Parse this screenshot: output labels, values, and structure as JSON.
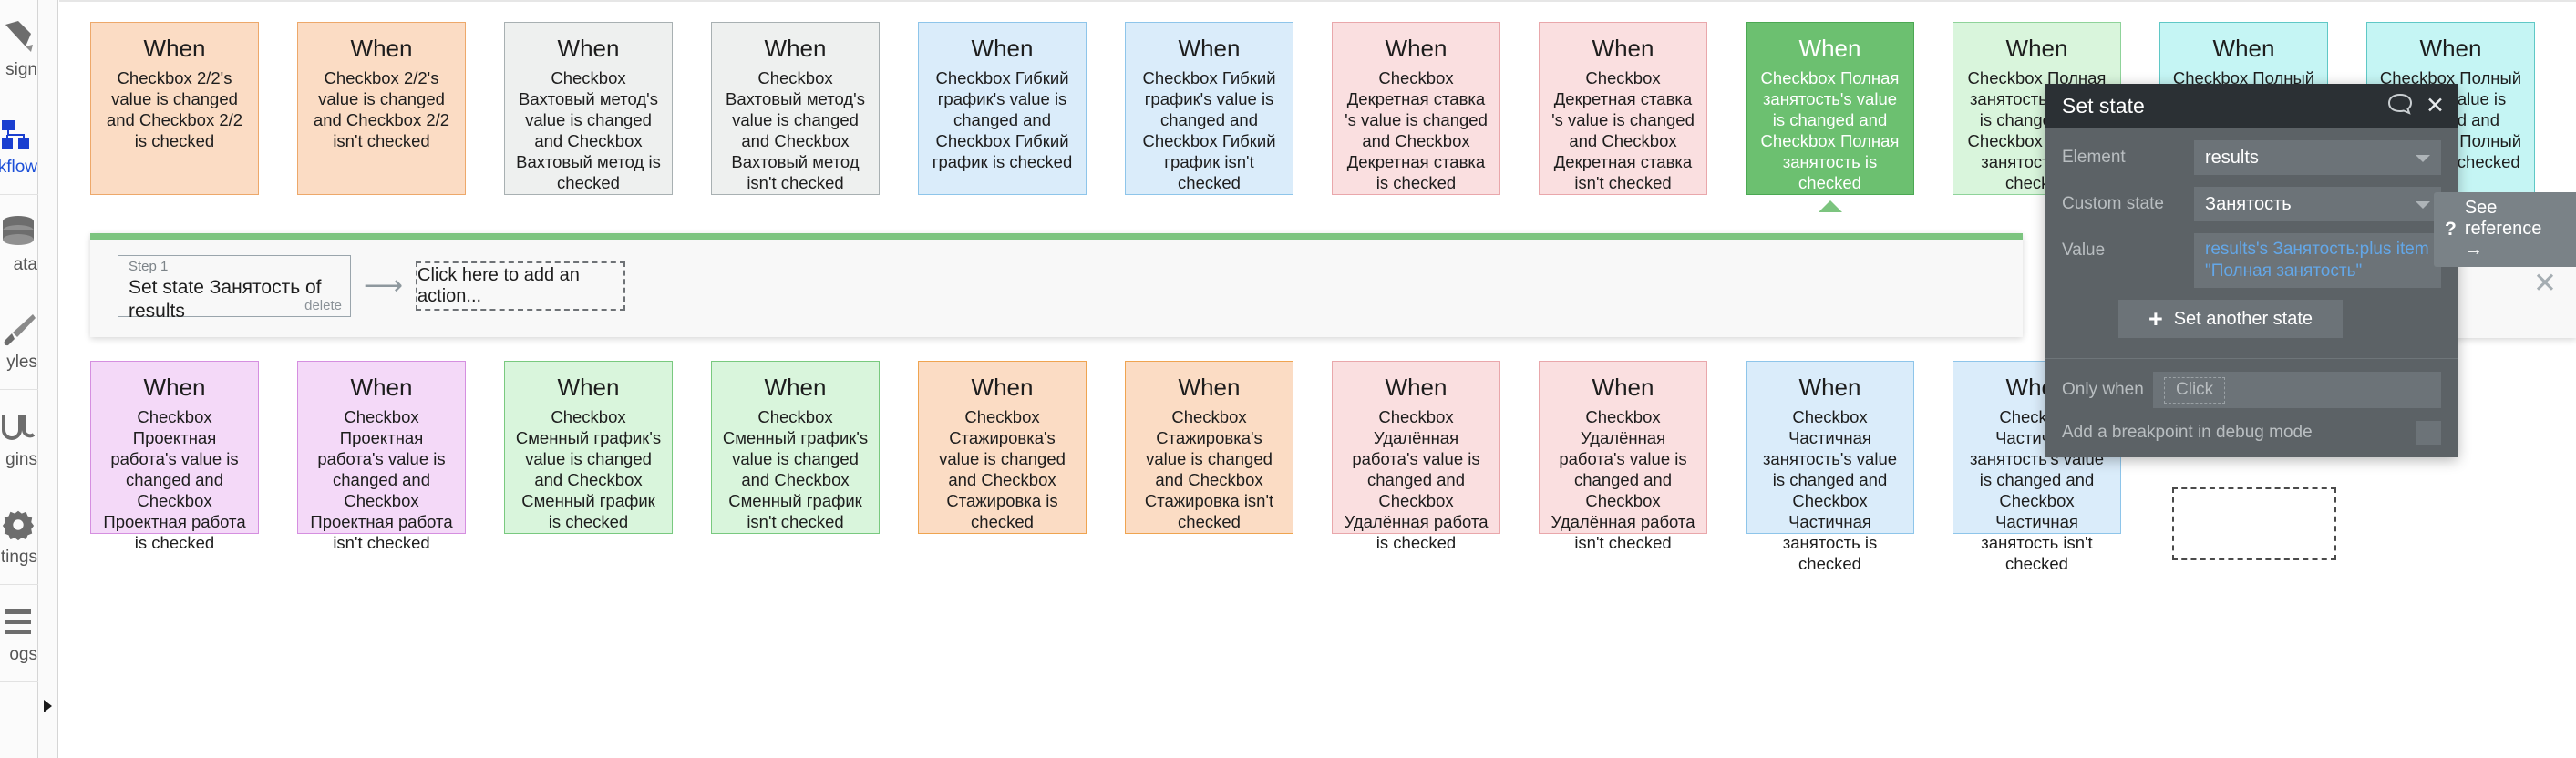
{
  "sidebar": {
    "items": [
      {
        "label": "sign",
        "icon": "design-pen-icon",
        "active": false,
        "name": "sidebar-item-design"
      },
      {
        "label": "kflow",
        "icon": "workflow-icon",
        "active": true,
        "name": "sidebar-item-workflow"
      },
      {
        "label": "ata",
        "icon": "database-icon",
        "active": false,
        "name": "sidebar-item-data"
      },
      {
        "label": "yles",
        "icon": "paintbrush-icon",
        "active": false,
        "name": "sidebar-item-styles"
      },
      {
        "label": "gins",
        "icon": "plugin-icon",
        "active": false,
        "name": "sidebar-item-plugins"
      },
      {
        "label": "tings",
        "icon": "gear-icon",
        "active": false,
        "name": "sidebar-item-settings"
      },
      {
        "label": "ogs",
        "icon": "logs-icon",
        "active": false,
        "name": "sidebar-item-logs"
      }
    ]
  },
  "canvas": {
    "events_top": [
      {
        "title": "When",
        "body": "Checkbox 2/2's value is changed and Checkbox 2/2 is checked",
        "color": "c-orange",
        "selected": false
      },
      {
        "title": "When",
        "body": "Checkbox 2/2's value is changed and Checkbox 2/2 isn't checked",
        "color": "c-orange",
        "selected": false
      },
      {
        "title": "When",
        "body": "Checkbox Вахтовый метод's value is changed and Checkbox Вахтовый метод is checked",
        "color": "c-grey",
        "selected": false
      },
      {
        "title": "When",
        "body": "Checkbox Вахтовый метод's value is changed and Checkbox Вахтовый метод isn't checked",
        "color": "c-grey",
        "selected": false
      },
      {
        "title": "When",
        "body": "Checkbox Гибкий график's value is changed and Checkbox Гибкий график is checked",
        "color": "c-blue",
        "selected": false
      },
      {
        "title": "When",
        "body": "Checkbox Гибкий график's value is changed and Checkbox Гибкий график isn't checked",
        "color": "c-blue",
        "selected": false
      },
      {
        "title": "When",
        "body": "Checkbox Декретная ставка 's value is changed and Checkbox Декретная ставка is checked",
        "color": "c-pink",
        "selected": false
      },
      {
        "title": "When",
        "body": "Checkbox Декретная ставка 's value is changed and Checkbox Декретная ставка isn't checked",
        "color": "c-pink",
        "selected": false
      },
      {
        "title": "When",
        "body": "Checkbox Полная занятость's value is changed and Checkbox Полная занятость is checked",
        "color": "c-green",
        "selected": true
      },
      {
        "title": "When",
        "body": "Checkbox Полная занятость's value is changed and Checkbox Полная занятость isn't checked",
        "color": "c-lgreen",
        "selected": false
      },
      {
        "title": "When",
        "body": "Checkbox Полный день's value is changed and Checkbox Полный день is checked",
        "color": "c-cyan",
        "selected": false
      },
      {
        "title": "When",
        "body": "Checkbox Полный день's value is changed and Checkbox Полный день isn't checked",
        "color": "c-cyan",
        "selected": false
      }
    ],
    "events_bottom": [
      {
        "title": "When",
        "body": "Checkbox Проектная работа's value is changed and Checkbox Проектная работа is checked",
        "color": "c-violet",
        "selected": false
      },
      {
        "title": "When",
        "body": "Checkbox Проектная работа's value is changed and Checkbox Проектная работа isn't checked",
        "color": "c-violet",
        "selected": false
      },
      {
        "title": "When",
        "body": "Checkbox Сменный график's value is changed and Checkbox Сменный график is checked",
        "color": "c-lgreen2",
        "selected": false
      },
      {
        "title": "When",
        "body": "Checkbox Сменный график's value is changed and Checkbox Сменный график isn't checked",
        "color": "c-lgreen2",
        "selected": false
      },
      {
        "title": "When",
        "body": "Checkbox Стажировка's value is changed and Checkbox Стажировка is checked",
        "color": "c-orange2",
        "selected": false
      },
      {
        "title": "When",
        "body": "Checkbox Стажировка's value is changed and Checkbox Стажировка isn't checked",
        "color": "c-orange2",
        "selected": false
      },
      {
        "title": "When",
        "body": "Checkbox Удалённая работа's value is changed and Checkbox Удалённая работа is checked",
        "color": "c-pink",
        "selected": false
      },
      {
        "title": "When",
        "body": "Checkbox Удалённая работа's value is changed and Checkbox Удалённая работа isn't checked",
        "color": "c-pink",
        "selected": false
      },
      {
        "title": "When",
        "body": "Checkbox Частичная занятость's value is changed and Checkbox Частичная занятость is checked",
        "color": "c-blue2",
        "selected": false
      },
      {
        "title": "When",
        "body": "Checkbox Частичная занятость's value is changed and Checkbox Частичная занятость isn't checked",
        "color": "c-blue2",
        "selected": false
      }
    ]
  },
  "workflow": {
    "step_number": "Step 1",
    "step_title": "Set state Занятость of results",
    "delete_label": "delete",
    "arrow_icon": "arrow-right-icon",
    "add_action_label": "Click here to add an action..."
  },
  "property_editor": {
    "title": "Set state",
    "comment_icon": "comment-bubble-icon",
    "close_icon": "close-icon",
    "element_label": "Element",
    "element_value": "results",
    "custom_state_label": "Custom state",
    "custom_state_value": "Занятость",
    "value_label": "Value",
    "value_expression": "results's Занятость:plus item \"Полная занятость\"",
    "set_another_label": "Set another state",
    "plus_icon": "plus-icon",
    "only_when_label": "Only when",
    "only_when_placeholder": "Click",
    "breakpoint_label": "Add a breakpoint in debug mode"
  },
  "reference_tooltip": {
    "question_icon": "question-mark-icon",
    "label": "See reference →"
  },
  "ghost_panel": {
    "close_icon": "close-icon"
  },
  "colors": {
    "accent_green": "#7cc47f",
    "selected_card": "#6cc070",
    "panel_header": "#2b3034",
    "panel_body": "#5c6266",
    "expression_blue": "#63a7e8"
  }
}
